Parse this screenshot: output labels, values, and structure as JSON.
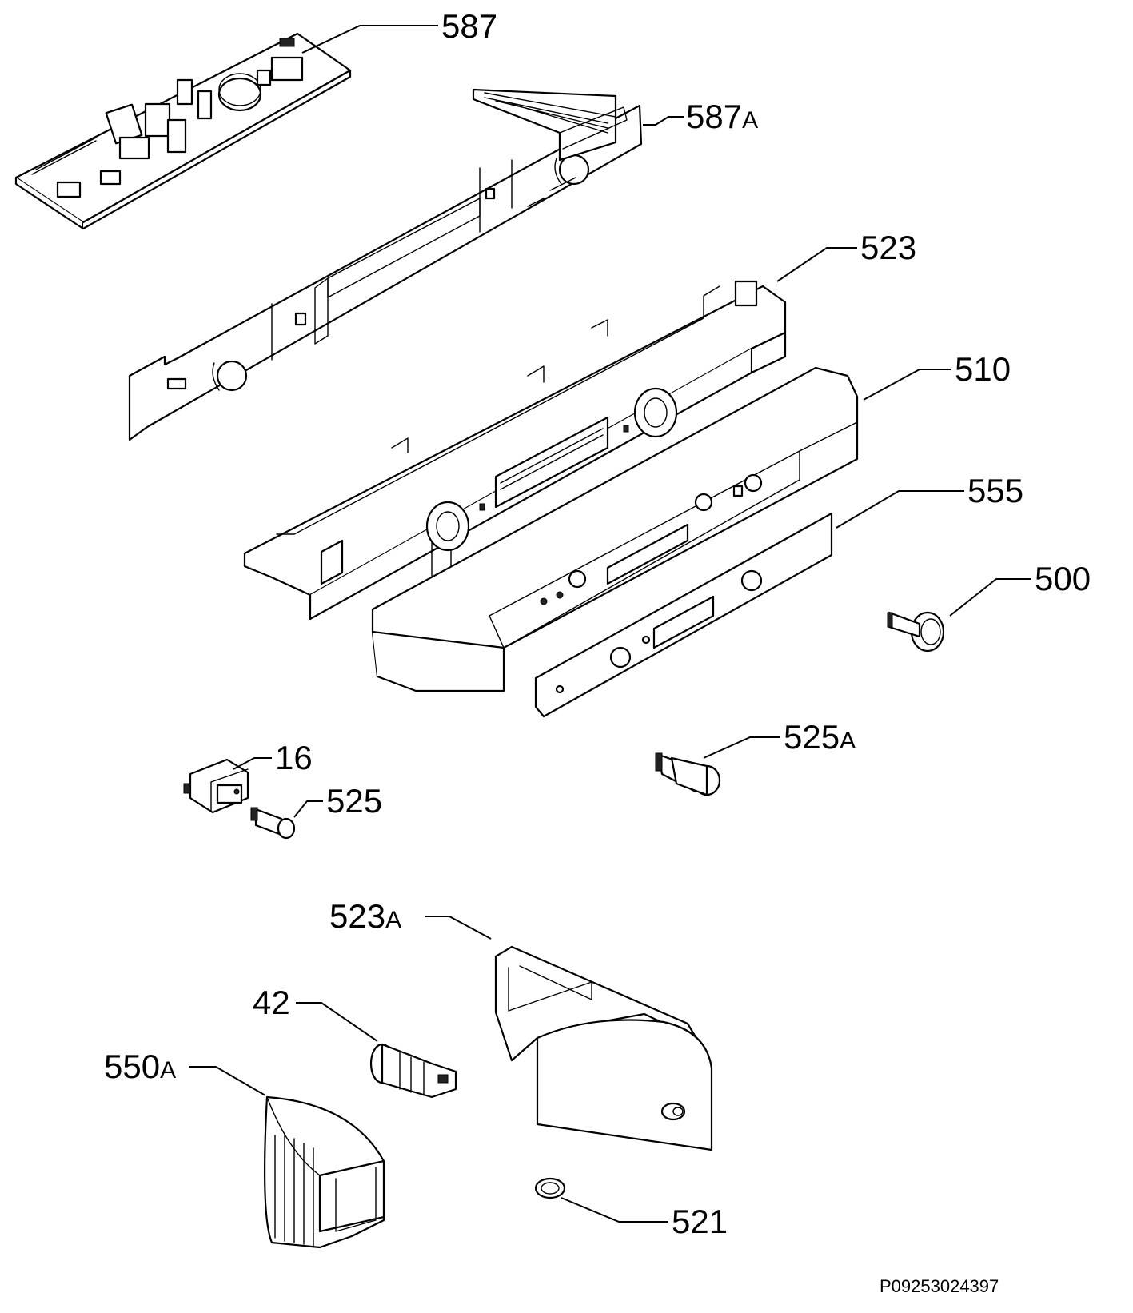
{
  "callouts": {
    "c587": {
      "num": "587",
      "sfx": ""
    },
    "c587a": {
      "num": "587",
      "sfx": "A"
    },
    "c523": {
      "num": "523",
      "sfx": ""
    },
    "c510": {
      "num": "510",
      "sfx": ""
    },
    "c555": {
      "num": "555",
      "sfx": ""
    },
    "c500": {
      "num": "500",
      "sfx": ""
    },
    "c525a": {
      "num": "525",
      "sfx": "A"
    },
    "c16": {
      "num": "16",
      "sfx": ""
    },
    "c525": {
      "num": "525",
      "sfx": ""
    },
    "c523a": {
      "num": "523",
      "sfx": "A"
    },
    "c42": {
      "num": "42",
      "sfx": ""
    },
    "c550a": {
      "num": "550",
      "sfx": "A"
    },
    "c521": {
      "num": "521",
      "sfx": ""
    }
  },
  "drawing_number": "P09253024397"
}
